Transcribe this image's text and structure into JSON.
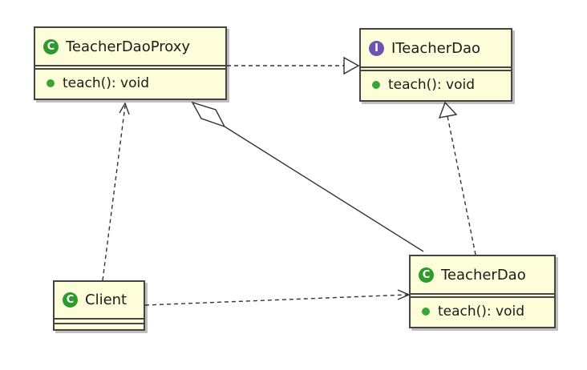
{
  "classes": {
    "teacher_dao_proxy": {
      "name": "TeacherDaoProxy",
      "kind": "class",
      "operations": [
        "teach(): void"
      ]
    },
    "iteacher_dao": {
      "name": "ITeacherDao",
      "kind": "interface",
      "operations": [
        "teach(): void"
      ]
    },
    "client": {
      "name": "Client",
      "kind": "class",
      "operations": []
    },
    "teacher_dao": {
      "name": "TeacherDao",
      "kind": "class",
      "operations": [
        "teach(): void"
      ]
    }
  },
  "badges": {
    "class_letter": "C",
    "interface_letter": "I"
  },
  "relations": [
    {
      "from": "TeacherDaoProxy",
      "to": "ITeacherDao",
      "type": "realization"
    },
    {
      "from": "TeacherDao",
      "to": "ITeacherDao",
      "type": "realization"
    },
    {
      "from": "TeacherDaoProxy",
      "to": "TeacherDao",
      "type": "aggregation"
    },
    {
      "from": "Client",
      "to": "TeacherDaoProxy",
      "type": "dependency"
    },
    {
      "from": "Client",
      "to": "TeacherDao",
      "type": "dependency"
    }
  ],
  "colors": {
    "class_fill": "#fefdd9",
    "class_badge": "#2e9a2e",
    "interface_badge": "#7052b3",
    "operation_dot": "#3aa43a",
    "line": "#333333"
  }
}
